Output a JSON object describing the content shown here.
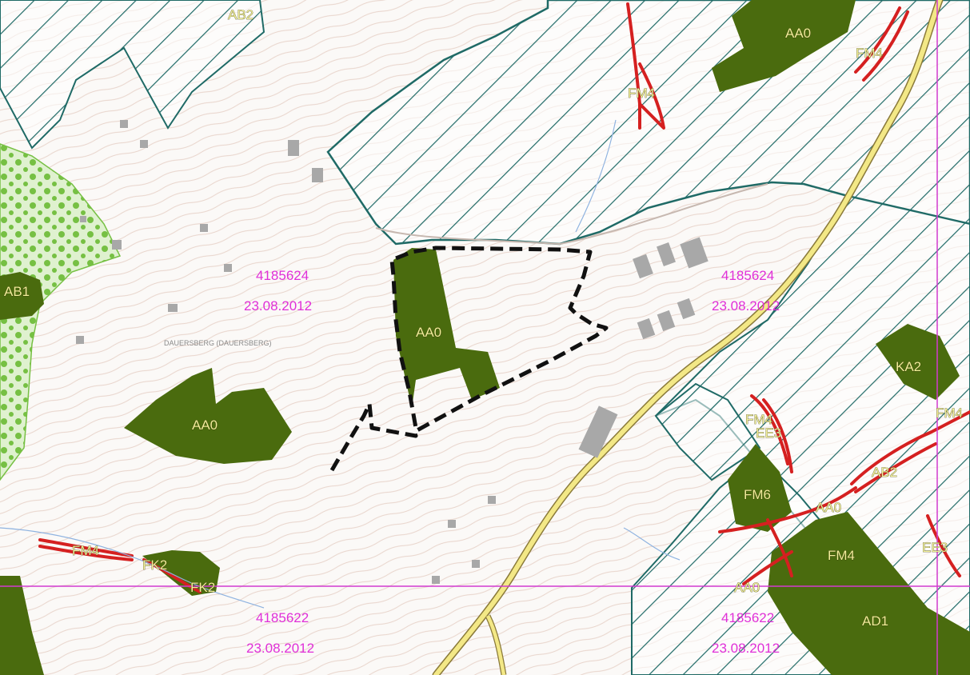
{
  "map": {
    "sheet_labels": [
      {
        "id": "nw",
        "number": "4185624",
        "date": "23.08.2012"
      },
      {
        "id": "ne",
        "number": "4185624",
        "date": "23.08.2012"
      },
      {
        "id": "sw",
        "number": "4185622",
        "date": "23.08.2012"
      },
      {
        "id": "se",
        "number": "4185622",
        "date": "23.08.2012"
      }
    ],
    "place_name": "DAUERSBERG (DAUERSBERG)",
    "area_codes": [
      "AB2",
      "AA0",
      "FM4",
      "FM4",
      "AB1",
      "AA0",
      "AA0",
      "AD1",
      "KA2",
      "FM4",
      "FM4",
      "EE3",
      "AB2",
      "FM6",
      "AA0",
      "FM4",
      "EE3",
      "AA0",
      "FM4",
      "FK2",
      "FK2"
    ],
    "colors": {
      "forest_fill": "#4a6b0e",
      "hatch_stroke": "#1f6a66",
      "boundary_dashed": "#111111",
      "sheet_grid": "#d23ad0",
      "road": "#f3e886",
      "stream_red": "#d52020",
      "meadow_green": "#76c043"
    }
  }
}
